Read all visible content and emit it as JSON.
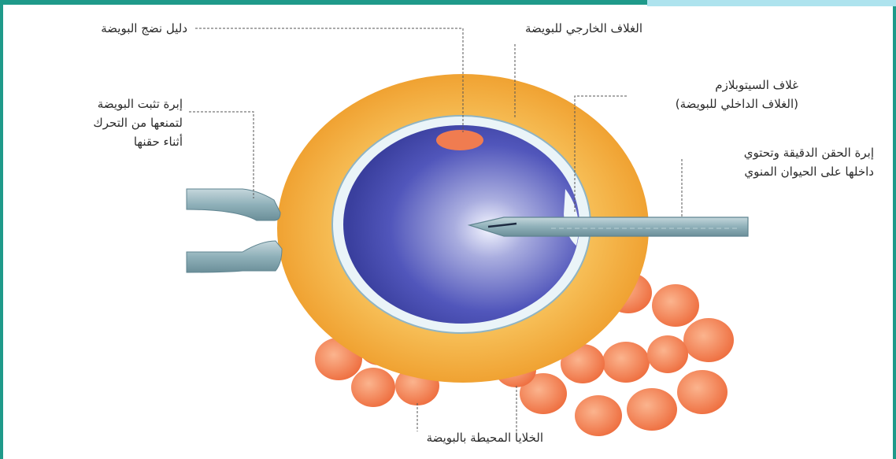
{
  "labels": {
    "polar_body": "دليل نضج البويضة",
    "zona_pellucida": "الغلاف الخارجي للبويضة",
    "holding_pipette": [
      "إبرة تثبت البويضة",
      "لتمنعها من التحرك",
      "أثناء حقنها"
    ],
    "cytoplasm_membrane": [
      "غلاف السيتوبلازم",
      "(الغلاف الداخلي للبويضة)"
    ],
    "injection_needle": [
      "إبرة الحقن الدقيقة وتحتوي",
      "داخلها على الحيوان المنوي"
    ],
    "cumulus_cells": "الخلايا المحيطة بالبويضة"
  },
  "colors": {
    "frame": "#1f9a8a",
    "zona": "#f4b24a",
    "cytoplasm": "#4a4fb8",
    "cumulus": "#f07c50",
    "needle": "#7fa3ad"
  }
}
